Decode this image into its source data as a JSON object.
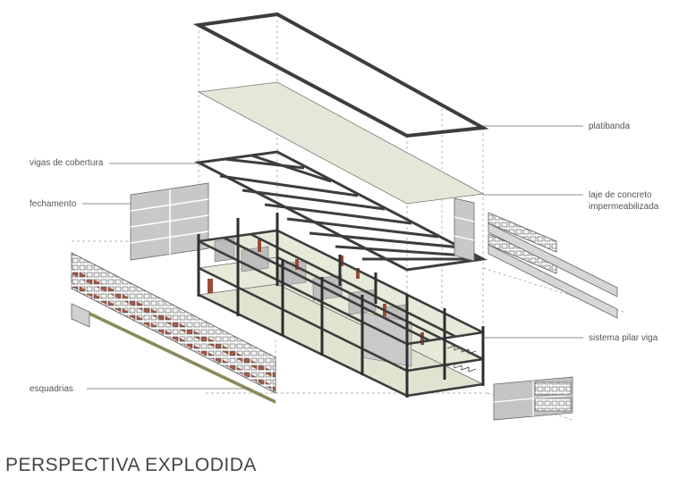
{
  "title": "PERSPECTIVA EXPLODIDA",
  "labels": {
    "platibanda": "platibanda",
    "vigas_de_cobertura": "vigas de cobertura",
    "fechamento": "fechamento",
    "laje_line1": "laje de concreto",
    "laje_line2": "impermeabilizada",
    "sistema_pilar_viga": "sistema pilar viga",
    "esquadrias": "esquadrias"
  },
  "colors": {
    "line": "#555555",
    "dark_frame": "#3d3d3d",
    "slab": "#e4e8d8",
    "panel": "#c4c4c4",
    "wall": "#b8b8b8",
    "brick": "#9a4a36",
    "dashed": "#9a9a9a"
  }
}
